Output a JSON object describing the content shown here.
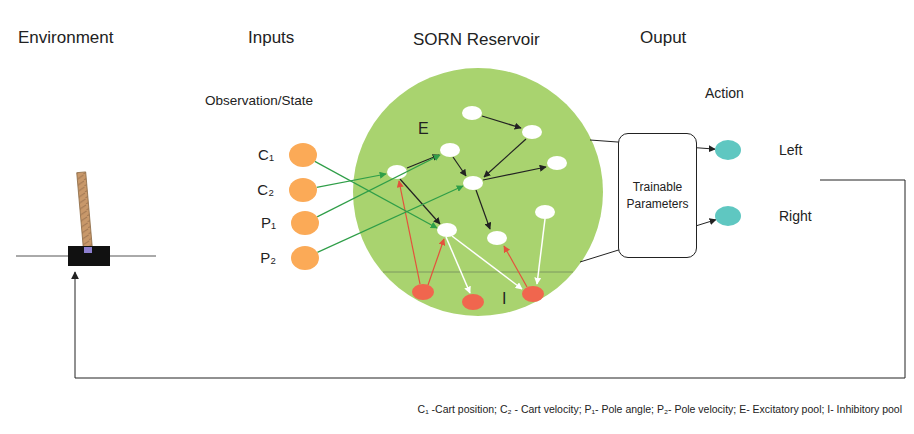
{
  "diagram": {
    "nodes": [
      {
        "text": [
          "C₁"
        ]
      },
      {
        "text": [
          "C₂"
        ]
      },
      {
        "text": [
          "P₁"
        ]
      },
      {
        "text": [
          "P₂"
        ]
      },
      {
        "text": [
          "SORN Reservoir",
          "E",
          "I"
        ]
      },
      {
        "text": [
          "Trainable Parameters"
        ]
      },
      {
        "text": [
          "Left"
        ]
      },
      {
        "text": [
          "Right"
        ]
      }
    ],
    "edges": [
      {
        "from": 0,
        "to": 4,
        "arrow": "to"
      },
      {
        "from": 1,
        "to": 4,
        "arrow": "to"
      },
      {
        "from": 2,
        "to": 4,
        "arrow": "to"
      },
      {
        "from": 3,
        "to": 4,
        "arrow": "to"
      },
      {
        "from": 4,
        "to": 6,
        "arrow": "to"
      },
      {
        "from": 4,
        "to": 7,
        "arrow": "to"
      }
    ],
    "labels": [
      "Environment",
      "Inputs",
      "Ouput",
      "Observation/State",
      "Action",
      "C₁ -Cart position; C₂ - Cart velocity; P₁- Pole angle; P₂- Pole velocity; E- Excitatory pool; I- Inhibitory pool"
    ]
  }
}
